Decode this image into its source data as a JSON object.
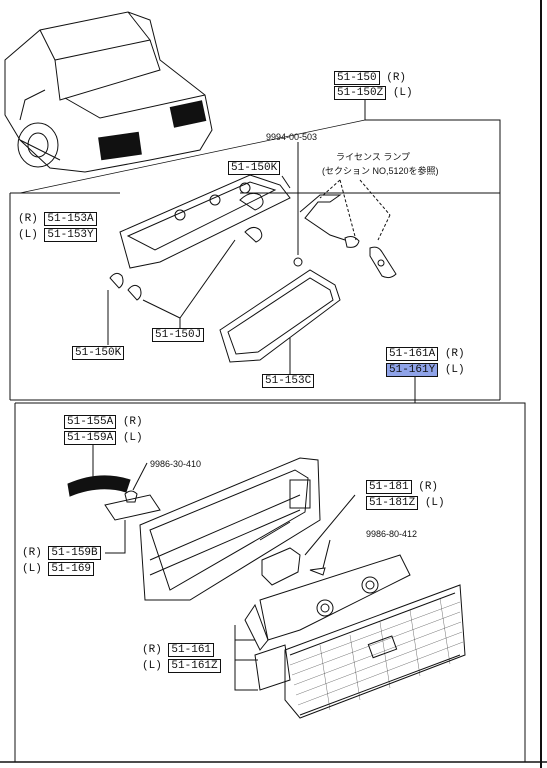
{
  "callouts": {
    "assy_r": "51-150",
    "assy_r_side": "(R)",
    "assy_l": "51-150Z",
    "assy_l_side": "(L)",
    "screw_top": "9994-00-503",
    "license_note_1": "ライセンス ランプ",
    "license_note_2": "(セクション NO,5120を参照)",
    "bulb_holder_top": "51-150K",
    "socket_r_side": "(R)",
    "socket_r": "51-153A",
    "socket_l_side": "(L)",
    "socket_l": "51-153Y",
    "bulb_bottom": "51-150J",
    "bulb_left": "51-150K",
    "gasket": "51-153C",
    "lens_r": "51-161A",
    "lens_r_side": "(R)",
    "lens_l": "51-161Y",
    "lens_l_side": "(L)",
    "strip_r": "51-155A",
    "strip_r_side": "(R)",
    "strip_l": "51-159A",
    "strip_l_side": "(L)",
    "clip": "9986-30-410",
    "garnish_r_side": "(R)",
    "garnish_r": "51-159B",
    "garnish_l_side": "(L)",
    "garnish_l": "51-169",
    "reflector_r": "51-181",
    "reflector_r_side": "(R)",
    "reflector_l": "51-181Z",
    "reflector_l_side": "(L)",
    "screw_bottom": "9986-80-412",
    "lamp_r_side": "(R)",
    "lamp_r": "51-161",
    "lamp_l_side": "(L)",
    "lamp_l": "51-161Z"
  },
  "colors": {
    "highlight": "#8fa3e8",
    "ink": "#111111"
  }
}
